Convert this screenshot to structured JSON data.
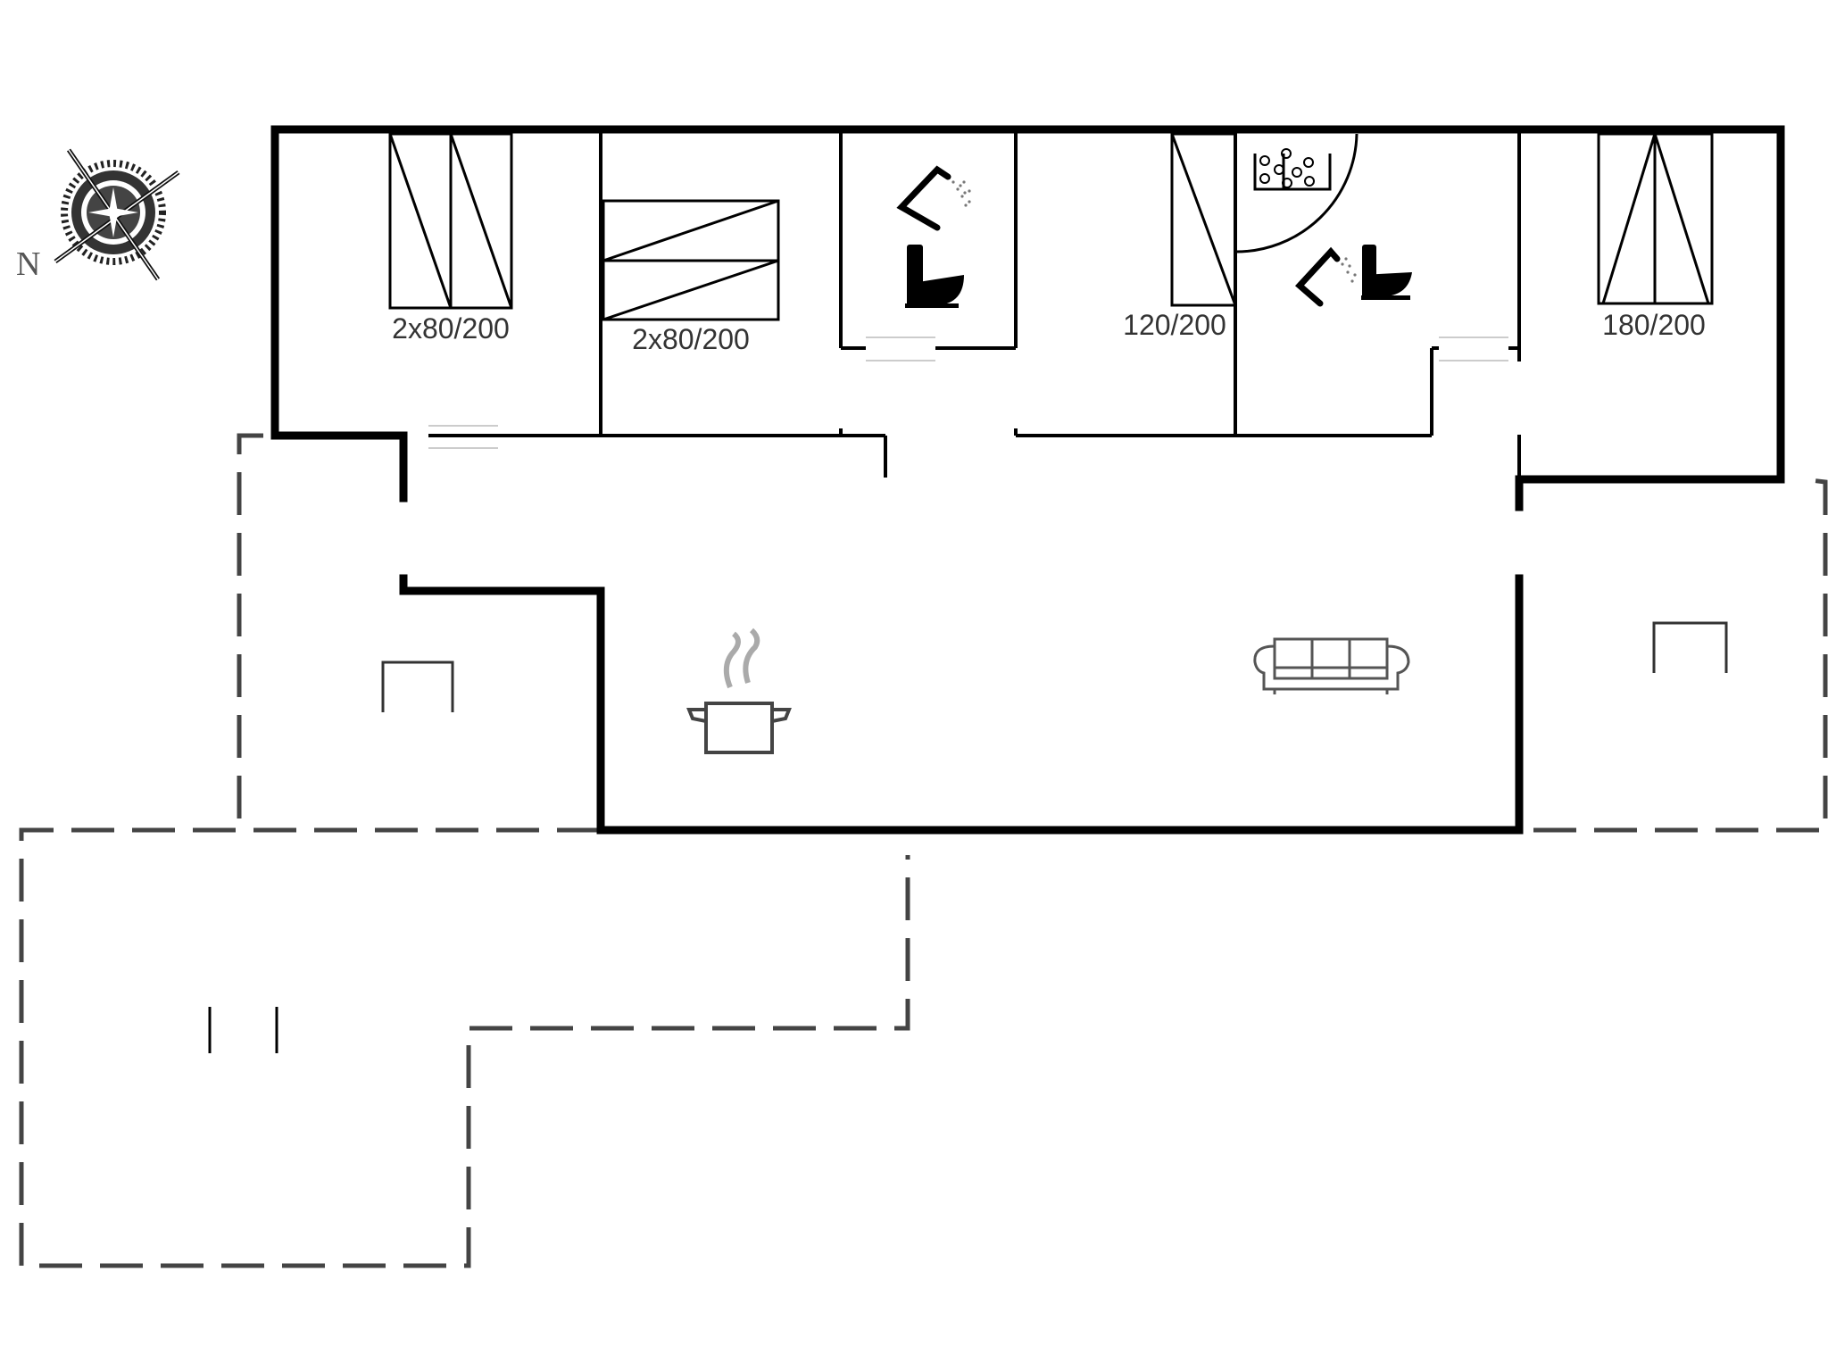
{
  "plan": {
    "type": "floor-plan",
    "compass": {
      "north_label": "N"
    },
    "rooms": [
      {
        "id": "bedroom-1",
        "kind": "bedroom",
        "bed_label": "2x80/200",
        "bed_orientation": "vertical"
      },
      {
        "id": "bedroom-2",
        "kind": "bedroom",
        "bed_label": "2x80/200",
        "bed_orientation": "horizontal"
      },
      {
        "id": "bathroom-1",
        "kind": "bathroom",
        "fixtures": [
          "shower",
          "toilet"
        ]
      },
      {
        "id": "bedroom-3",
        "kind": "bedroom",
        "bed_label": "120/200",
        "bed_orientation": "vertical"
      },
      {
        "id": "bathroom-2",
        "kind": "bathroom",
        "fixtures": [
          "hot-tub",
          "shower",
          "toilet"
        ]
      },
      {
        "id": "bedroom-4",
        "kind": "bedroom",
        "bed_label": "180/200",
        "bed_orientation": "vertical"
      },
      {
        "id": "living-kitchen",
        "kind": "living-room-kitchen",
        "fixtures": [
          "cooking-pot",
          "sofa"
        ]
      },
      {
        "id": "terrace-west",
        "kind": "covered-terrace",
        "fixtures": [
          "chair"
        ]
      },
      {
        "id": "terrace-east",
        "kind": "covered-terrace",
        "fixtures": [
          "chair"
        ]
      },
      {
        "id": "terrace-south",
        "kind": "terrace",
        "fixtures": [
          "bench"
        ]
      }
    ],
    "colors": {
      "wall": "#000000",
      "dashed": "#444444",
      "text": "#333333",
      "steam": "#aaaaaa",
      "background": "#ffffff"
    }
  }
}
